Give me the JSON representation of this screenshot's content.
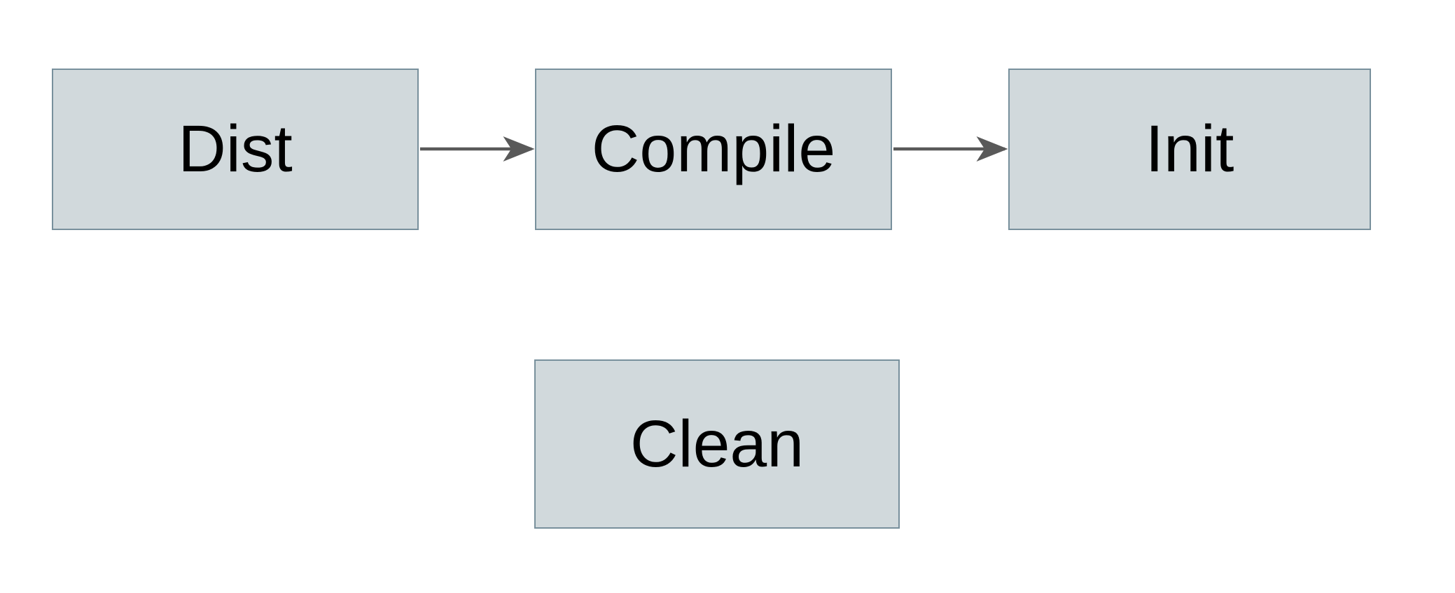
{
  "diagram": {
    "type": "flowchart",
    "nodes": [
      {
        "id": "dist",
        "label": "Dist"
      },
      {
        "id": "compile",
        "label": "Compile"
      },
      {
        "id": "init",
        "label": "Init"
      },
      {
        "id": "clean",
        "label": "Clean"
      }
    ],
    "edges": [
      {
        "from": "Dist",
        "to": "Compile",
        "style": "solid-arrow-right"
      },
      {
        "from": "Compile",
        "to": "Init",
        "style": "solid-arrow-right"
      }
    ]
  },
  "colors": {
    "node-fill": "#d1d9dc",
    "node-border": "#78909c",
    "arrow": "#595959",
    "text": "#000000",
    "background": "#ffffff"
  }
}
